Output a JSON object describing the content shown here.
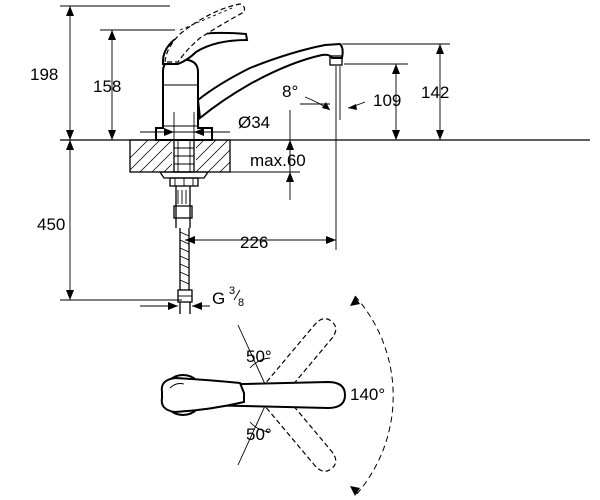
{
  "dimensions": {
    "total_height": "198",
    "body_height": "158",
    "spout_angle": "8°",
    "spout_height": "109",
    "outlet_height": "142",
    "hole_diameter": "Ø34",
    "max_thickness": "max.60",
    "hose_length": "450",
    "spout_reach": "226",
    "thread_prefix": "G",
    "thread_numerator": "3",
    "thread_denominator": "8",
    "lever_angle_upper": "50°",
    "lever_angle_lower": "50°",
    "swivel_angle": "140°"
  },
  "colors": {
    "stroke": "#000000",
    "background": "#ffffff"
  }
}
